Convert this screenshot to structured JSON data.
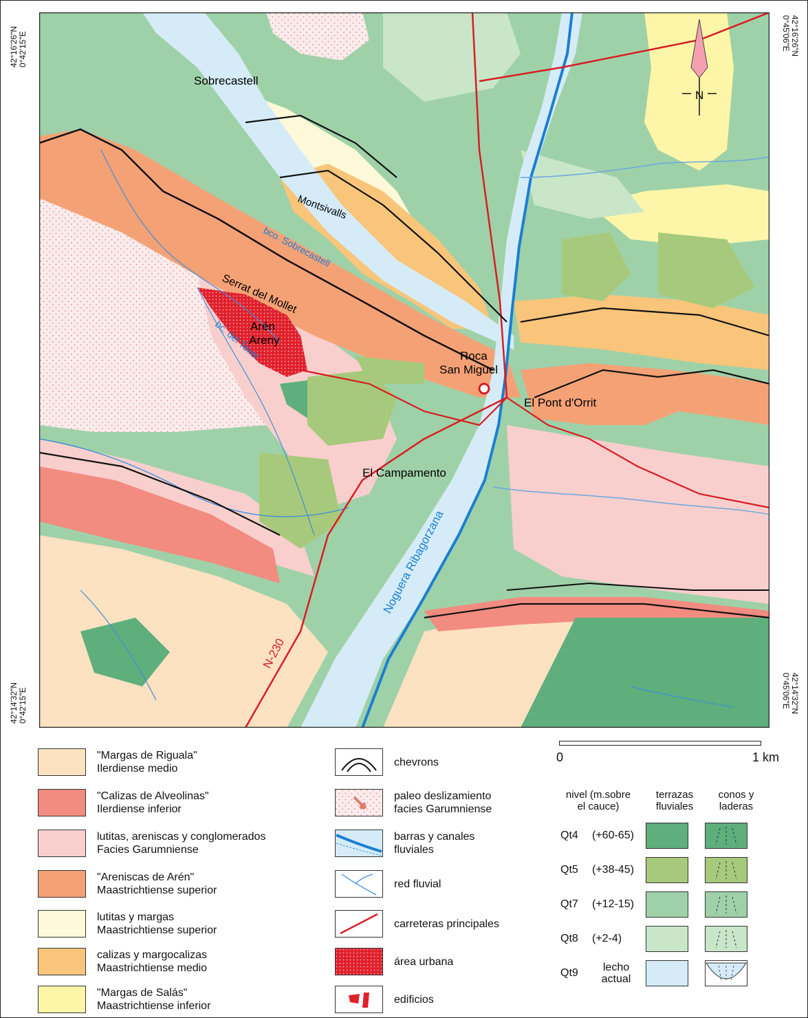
{
  "coords": {
    "tl": [
      "42°16'26\"N",
      "0°42'15\"E"
    ],
    "tr": [
      "42°16'26\"N",
      "0°45'06\"E"
    ],
    "bl": [
      "42°14'32\"N",
      "0°42'15\"E"
    ],
    "br": [
      "42°14'32\"N",
      "0°45'06\"E"
    ]
  },
  "north": "N",
  "map_labels": {
    "sobrecastell": "Sobrecastell",
    "montsivalls": "Montsivalls",
    "bco_sobrecastell": "bco. Sobrecastell",
    "serrat": "Serrat del Mollet",
    "aren": "Arén",
    "areny": "Areny",
    "bc_texel": "bc. del Texel",
    "roca": "Roca",
    "san_miguel": "San Miguel",
    "pont": "El Pont d'Orrit",
    "campamento": "El Campamento",
    "noguera": "Noguera Ribagorzana",
    "n230": "N-230"
  },
  "legend_col1": [
    {
      "line1": "\"Margas de Riguala\"",
      "line2": "Ilerdiense medio",
      "color": "#fde2c2"
    },
    {
      "line1": "\"Calizas de Alveolinas\"",
      "line2": "Ilerdiense inferior",
      "color": "#f28b80"
    },
    {
      "line1": "lutitas, areniscas y conglomerados",
      "line2": "Facies Garumniense",
      "color": "#f9cfcd"
    },
    {
      "line1": "\"Areniscas de Arén\"",
      "line2": "Maastrichtiense superior",
      "color": "#f5a176"
    },
    {
      "line1": "lutitas y margas",
      "line2": "Maastrichtiense superior",
      "color": "#fef9d8"
    },
    {
      "line1": "calizas y margocalizas",
      "line2": "Maastrichtiense medio",
      "color": "#f8c57a"
    },
    {
      "line1": "\"Margas de Salás\"",
      "line2": "Maastrichtiense inferior",
      "color": "#fdf6a8"
    }
  ],
  "legend_col2": [
    {
      "line1": "chevrons",
      "line2": ""
    },
    {
      "line1": "paleo deslizamiento",
      "line2": "facies Garumniense"
    },
    {
      "line1": "barras y canales",
      "line2": "fluviales"
    },
    {
      "line1": "red fluvial",
      "line2": ""
    },
    {
      "line1": "carreteras principales",
      "line2": ""
    },
    {
      "line1": "área urbana",
      "line2": ""
    },
    {
      "line1": "edificios",
      "line2": ""
    }
  ],
  "scale": {
    "start": "0",
    "end": "1 km"
  },
  "qt_headers": {
    "nivel_1": "nivel (m.sobre",
    "nivel_2": "el cauce)",
    "terr_1": "terrazas",
    "terr_2": "fluviales",
    "conos_1": "conos y",
    "conos_2": "laderas"
  },
  "qt_levels": [
    {
      "code": "Qt4",
      "level": "(+60-65)",
      "color": "#5faf7d"
    },
    {
      "code": "Qt5",
      "level": "(+38-45)",
      "color": "#a7c97b"
    },
    {
      "code": "Qt7",
      "level": "(+12-15)",
      "color": "#9fd1a8"
    },
    {
      "code": "Qt8",
      "level": "(+2-4)",
      "color": "#c9e6c9"
    },
    {
      "code": "Qt9",
      "level": "lecho actual",
      "color": "#d5ecf8"
    }
  ]
}
